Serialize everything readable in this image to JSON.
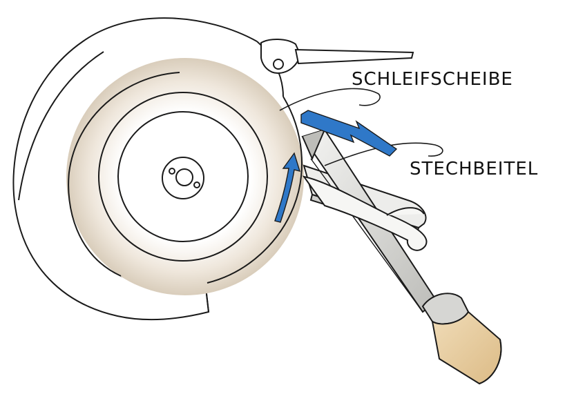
{
  "labels": {
    "grinding_wheel": "SCHLEIFSCHEIBE",
    "chisel": "STECHBEITEL"
  },
  "colors": {
    "ink": "#1a1a1a",
    "arrow_blue": "#2f78c8",
    "wheel_shade": "#d9cdbb",
    "steel_light": "#e8e8e6",
    "steel_mid": "#c9c9c6",
    "handle_wood": "#e3c79b",
    "background": "#ffffff"
  },
  "icons": {
    "wheel_rotation": "curved-arrow-up",
    "sharpening_direction": "zigzag-arrow"
  }
}
